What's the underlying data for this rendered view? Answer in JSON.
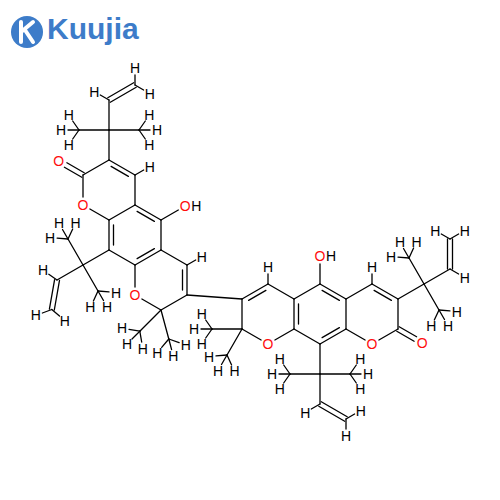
{
  "diagram": {
    "labels": [
      "Kuujia",
      "O",
      "O",
      "O",
      "H",
      "O",
      "O",
      "O",
      "H",
      "O",
      "O",
      "H",
      "H",
      "H",
      "H",
      "H",
      "H",
      "H",
      "H",
      "H",
      "H",
      "H",
      "H",
      "H",
      "H",
      "H",
      "H",
      "H",
      "H",
      "H",
      "H",
      "H",
      "H",
      "H",
      "H",
      "H",
      "H",
      "H",
      "H",
      "H",
      "H",
      "H",
      "H",
      "H",
      "H",
      "H",
      "H",
      "H",
      "H",
      "H",
      "H",
      "H",
      "H",
      "H",
      "H",
      "H",
      "H",
      "H",
      "H",
      "H",
      "H",
      "H",
      "H"
    ]
  }
}
